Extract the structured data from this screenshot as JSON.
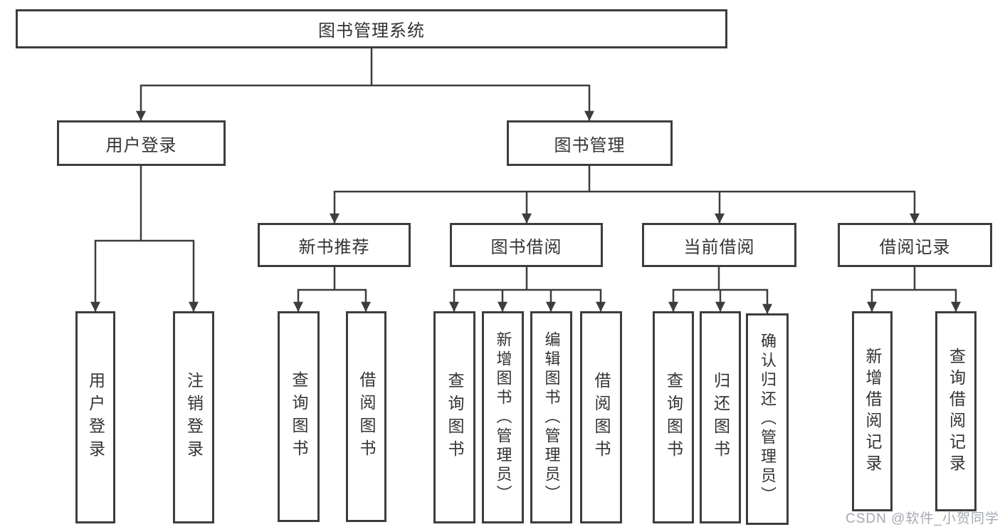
{
  "diagram": {
    "type": "hierarchy-tree",
    "tree": {
      "label": "图书管理系统",
      "children": [
        {
          "label": "用户登录",
          "children": [
            {
              "label": "用户登录"
            },
            {
              "label": "注销登录"
            }
          ]
        },
        {
          "label": "图书管理",
          "children": [
            {
              "label": "新书推荐",
              "children": [
                {
                  "label": "查询图书"
                },
                {
                  "label": "借阅图书"
                }
              ]
            },
            {
              "label": "图书借阅",
              "children": [
                {
                  "label": "查询图书"
                },
                {
                  "label": "新增图书（管理员）"
                },
                {
                  "label": "编辑图书（管理员）"
                },
                {
                  "label": "借阅图书"
                }
              ]
            },
            {
              "label": "当前借阅",
              "children": [
                {
                  "label": "查询图书"
                },
                {
                  "label": "归还图书"
                },
                {
                  "label": "确认归还（管理员）"
                }
              ]
            },
            {
              "label": "借阅记录",
              "children": [
                {
                  "label": "新增借阅记录"
                },
                {
                  "label": "查询借阅记录"
                }
              ]
            }
          ]
        }
      ]
    },
    "watermark": "CSDN @软件_小贺同学",
    "colors": {
      "line": "#3d3d3d",
      "text": "#333333",
      "background": "#ffffff",
      "watermark": "#a0a4ad"
    }
  }
}
